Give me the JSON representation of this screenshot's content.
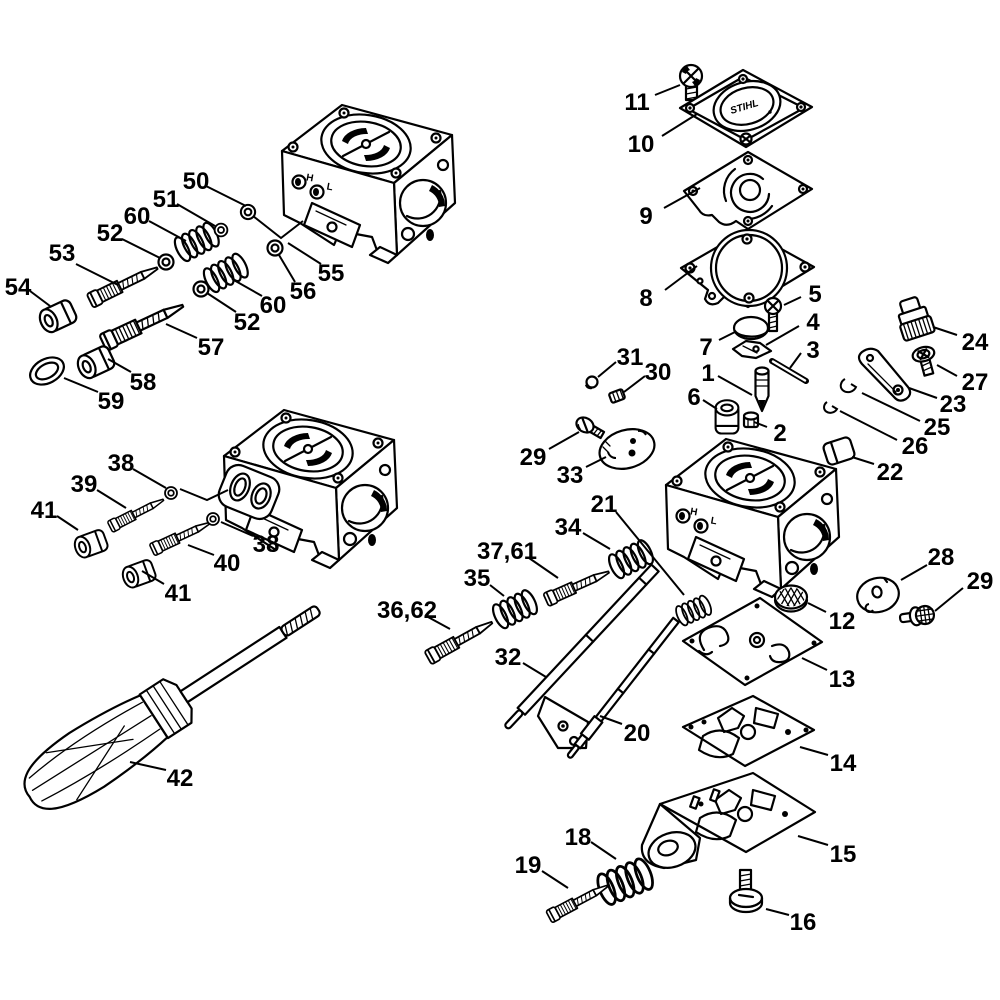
{
  "diagram": {
    "kind": "exploded-parts-diagram",
    "subject": "carburetor-assembly",
    "background_color": "#ffffff",
    "line_color": "#000000",
    "cover_logo": "STIHL",
    "adjuster_markings": {
      "high": "H",
      "low": "L"
    },
    "labels": [
      {
        "part": "50"
      },
      {
        "part": "51"
      },
      {
        "part": "60"
      },
      {
        "part": "52"
      },
      {
        "part": "53"
      },
      {
        "part": "54"
      },
      {
        "part": "55"
      },
      {
        "part": "56"
      },
      {
        "part": "60"
      },
      {
        "part": "52"
      },
      {
        "part": "57"
      },
      {
        "part": "58"
      },
      {
        "part": "59"
      },
      {
        "part": "38"
      },
      {
        "part": "39"
      },
      {
        "part": "41"
      },
      {
        "part": "38"
      },
      {
        "part": "40"
      },
      {
        "part": "41"
      },
      {
        "part": "42"
      },
      {
        "part": "11"
      },
      {
        "part": "10"
      },
      {
        "part": "9"
      },
      {
        "part": "8"
      },
      {
        "part": "5"
      },
      {
        "part": "4"
      },
      {
        "part": "3"
      },
      {
        "part": "7"
      },
      {
        "part": "1"
      },
      {
        "part": "6"
      },
      {
        "part": "2"
      },
      {
        "part": "24"
      },
      {
        "part": "27"
      },
      {
        "part": "23"
      },
      {
        "part": "25"
      },
      {
        "part": "26"
      },
      {
        "part": "22"
      },
      {
        "part": "31"
      },
      {
        "part": "30"
      },
      {
        "part": "29"
      },
      {
        "part": "33"
      },
      {
        "part": "21"
      },
      {
        "part": "34"
      },
      {
        "part": "37,61"
      },
      {
        "part": "35"
      },
      {
        "part": "36,62"
      },
      {
        "part": "32"
      },
      {
        "part": "20"
      },
      {
        "part": "28"
      },
      {
        "part": "29"
      },
      {
        "part": "12"
      },
      {
        "part": "13"
      },
      {
        "part": "14"
      },
      {
        "part": "15"
      },
      {
        "part": "16"
      },
      {
        "part": "18"
      },
      {
        "part": "19"
      }
    ]
  }
}
